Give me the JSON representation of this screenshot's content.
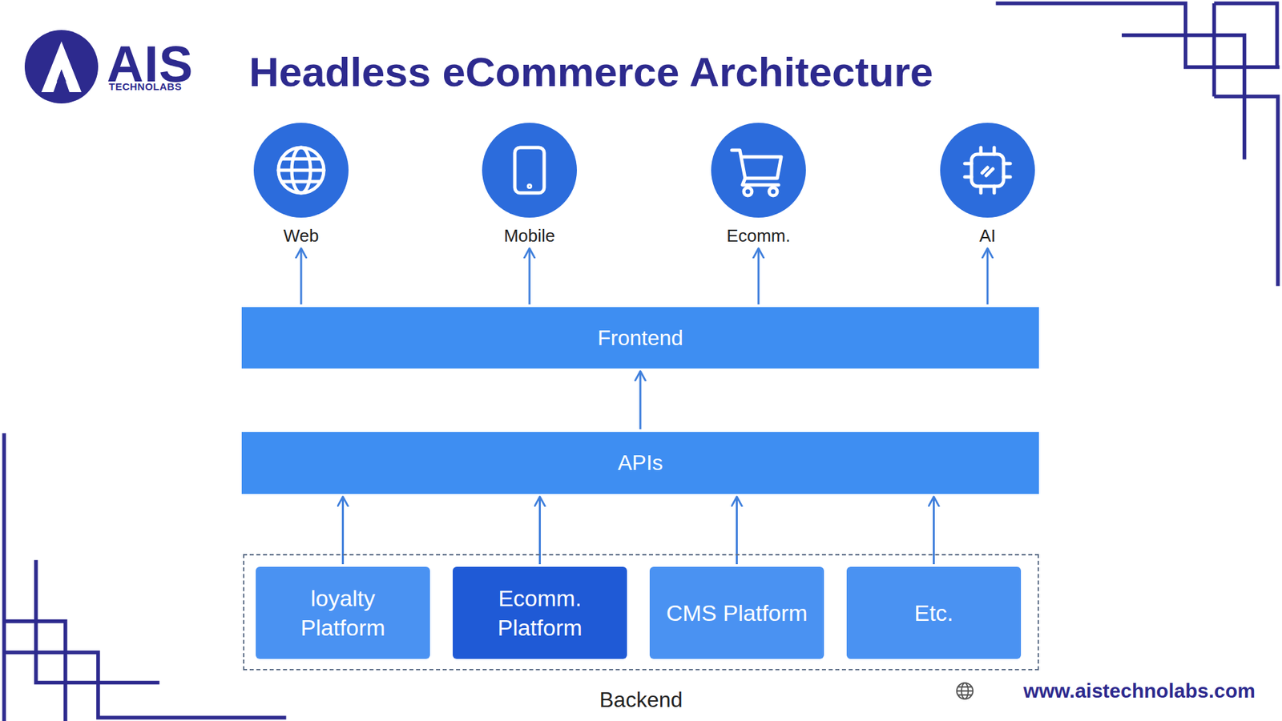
{
  "diagram": {
    "title": "Headless eCommerce Architecture",
    "nodes": [
      {
        "text": [
          "Web"
        ]
      },
      {
        "text": [
          "Mobile"
        ]
      },
      {
        "text": [
          "Ecomm."
        ]
      },
      {
        "text": [
          "AI"
        ]
      },
      {
        "text": [
          "Frontend"
        ]
      },
      {
        "text": [
          "APIs"
        ]
      },
      {
        "text": [
          "Backend"
        ]
      },
      {
        "text": [
          "loyalty Platform"
        ],
        "in": 6
      },
      {
        "text": [
          "Ecomm. Platform"
        ],
        "in": 6
      },
      {
        "text": [
          "CMS Platform"
        ],
        "in": 6
      },
      {
        "text": [
          "Etc."
        ],
        "in": 6
      }
    ],
    "edges": [
      {
        "from": 4,
        "to": 0,
        "arrow": "to"
      },
      {
        "from": 4,
        "to": 1,
        "arrow": "to"
      },
      {
        "from": 4,
        "to": 2,
        "arrow": "to"
      },
      {
        "from": 4,
        "to": 3,
        "arrow": "to"
      },
      {
        "from": 5,
        "to": 4,
        "arrow": "to"
      },
      {
        "from": 7,
        "to": 5,
        "arrow": "to"
      },
      {
        "from": 8,
        "to": 5,
        "arrow": "to"
      },
      {
        "from": 9,
        "to": 5,
        "arrow": "to"
      },
      {
        "from": 10,
        "to": 5,
        "arrow": "to"
      }
    ],
    "labels": [
      "AIS",
      "TECHNOLABS",
      "www.aistechnolabs.com"
    ]
  }
}
